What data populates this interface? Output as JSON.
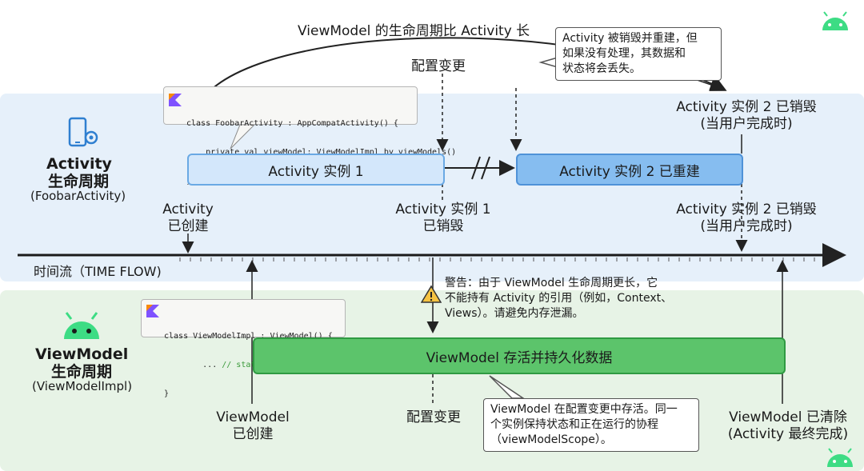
{
  "header": {
    "arc_title": "ViewModel 的生命周期比 Activity 长",
    "config_change_top": "配置变更",
    "note_top": "Activity 被销毁并重建，但\n如果没有处理，其数据和\n状态将会丢失。"
  },
  "activity_section": {
    "title": "Activity\n生命周期",
    "subtitle": "(FoobarActivity)",
    "code_lines": [
      "class FoobarActivity : AppCompatActivity() {",
      "    private val viewModel: ViewModelImpl by viewModels()",
      "}"
    ],
    "instance1_label": "Activity 实例 1",
    "instance2_label": "Activity 实例 2 已重建",
    "created_label": "Activity\n已创建",
    "inst1_destroyed_label": "Activity 实例 1\n已销毁",
    "inst2_destroyed_top": "Activity 实例 2 已销毁\n(当用户完成时)",
    "inst2_destroyed_mid": "Activity 实例 2 已销毁\n(当用户完成时)"
  },
  "timeline": {
    "label": "时间流（TIME FLOW)"
  },
  "warning": {
    "text": "警告：由于 ViewModel 生命周期更长，它\n不能持有 Activity 的引用（例如，Context、\nViews）。请避免内存泄漏。"
  },
  "viewmodel_section": {
    "title": "ViewModel\n生命周期",
    "subtitle": "(ViewModelImpl)",
    "code_line1": "class ViewModelImpl : ViewModel() {",
    "code_line2_prefix": "        ... ",
    "code_line2_comment": "// state, viewModelScope",
    "code_line3": "}",
    "bar_label": "ViewModel 存活并持久化数据",
    "created_label": "ViewModel\n已创建",
    "config_change_bottom": "配置变更",
    "note_bottom": "ViewModel 在配置变更中存活。同一\n个实例保持状态和正在运行的协程\n（viewModelScope）。",
    "cleared_label": "ViewModel 已清除\n(Activity 最终完成)"
  },
  "colors": {
    "activity_band": "#e6f0fa",
    "viewmodel_band": "#e7f3e6",
    "activity_bar": "#d3e7fb",
    "activity_bar2": "#86bdf0",
    "viewmodel_bar": "#5cc46b",
    "android_green": "#3ddc84"
  },
  "icons": [
    "phone-gear-icon",
    "android-icon",
    "kotlin-icon",
    "warning-icon"
  ]
}
